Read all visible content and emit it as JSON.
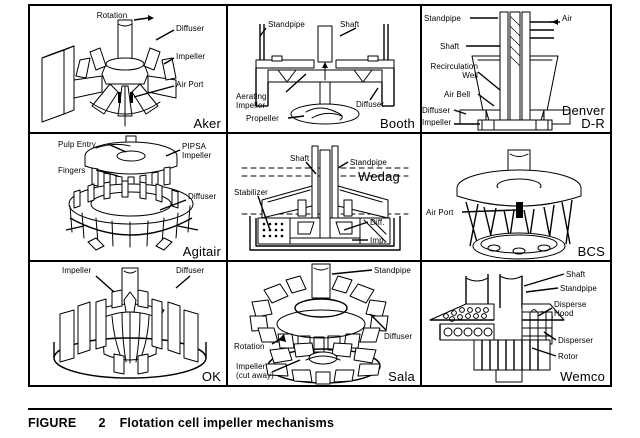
{
  "figure": {
    "label": "FIGURE",
    "number": "2",
    "title": "Flotation cell impeller mechanisms"
  },
  "panels": [
    {
      "id": "aker",
      "brand": "Aker",
      "labels": [
        {
          "name": "rotation",
          "text": "Rotation"
        },
        {
          "name": "diffuser",
          "text": "Diffuser"
        },
        {
          "name": "impeller",
          "text": "Impeller"
        },
        {
          "name": "air-port",
          "text": "Air Port"
        }
      ]
    },
    {
      "id": "booth",
      "brand": "Booth",
      "labels": [
        {
          "name": "standpipe",
          "text": "Standpipe"
        },
        {
          "name": "shaft",
          "text": "Shaft"
        },
        {
          "name": "aerating-impeller",
          "text": "Aerating\nImpeller"
        },
        {
          "name": "propeller",
          "text": "Propeller"
        },
        {
          "name": "diffuser",
          "text": "Diffuser"
        }
      ]
    },
    {
      "id": "denver-dr",
      "brand": "Denver\nD-R",
      "labels": [
        {
          "name": "standpipe",
          "text": "Standpipe"
        },
        {
          "name": "air",
          "text": "Air"
        },
        {
          "name": "shaft",
          "text": "Shaft"
        },
        {
          "name": "recirculation-well",
          "text": "Recirculation\nWell"
        },
        {
          "name": "air-bell",
          "text": "Air Bell"
        },
        {
          "name": "diffuser",
          "text": "Diffuser"
        },
        {
          "name": "impeller",
          "text": "Impeller"
        }
      ]
    },
    {
      "id": "agitair",
      "brand": "Agitair",
      "labels": [
        {
          "name": "pulp-entry",
          "text": "Pulp Entry"
        },
        {
          "name": "pipsa-impeller",
          "text": "PIPSA\nImpeller"
        },
        {
          "name": "fingers",
          "text": "Fingers"
        },
        {
          "name": "diffuser",
          "text": "Diffuser"
        }
      ]
    },
    {
      "id": "wedag",
      "brand": "Wedag",
      "labels": [
        {
          "name": "shaft",
          "text": "Shaft"
        },
        {
          "name": "standpipe",
          "text": "Standpipe"
        },
        {
          "name": "stabilizer",
          "text": "Stabilizer"
        },
        {
          "name": "diffuser-abbrev",
          "text": "Diff."
        },
        {
          "name": "impeller-abbrev",
          "text": "Imp."
        }
      ]
    },
    {
      "id": "bcs",
      "brand": "BCS",
      "labels": [
        {
          "name": "air-port",
          "text": "Air Port"
        }
      ]
    },
    {
      "id": "ok",
      "brand": "OK",
      "labels": [
        {
          "name": "impeller",
          "text": "Impeller"
        },
        {
          "name": "diffuser",
          "text": "Diffuser"
        }
      ]
    },
    {
      "id": "sala",
      "brand": "Sala",
      "labels": [
        {
          "name": "standpipe",
          "text": "Standpipe"
        },
        {
          "name": "diffuser",
          "text": "Diffuser"
        },
        {
          "name": "rotation",
          "text": "Rotation"
        },
        {
          "name": "impeller-cut-away",
          "text": "Impeller\n(cut away)"
        }
      ]
    },
    {
      "id": "wemco",
      "brand": "Wemco",
      "labels": [
        {
          "name": "shaft",
          "text": "Shaft"
        },
        {
          "name": "standpipe",
          "text": "Standpipe"
        },
        {
          "name": "disperse-hood",
          "text": "Disperse\nHood"
        },
        {
          "name": "disperser",
          "text": "Disperser"
        },
        {
          "name": "rotor",
          "text": "Rotor"
        }
      ]
    }
  ],
  "colors": {
    "ink": "#000000",
    "paper": "#ffffff"
  }
}
